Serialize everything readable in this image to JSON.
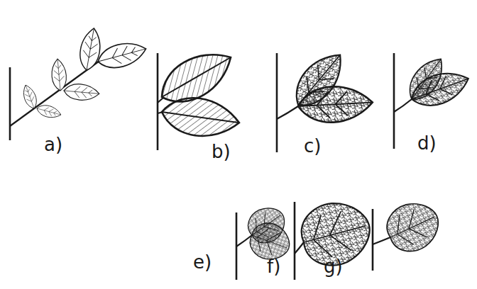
{
  "diagram": {
    "labels": [
      "a)",
      "b)",
      "c)",
      "d)",
      "e)",
      "f)",
      "g)"
    ]
  }
}
